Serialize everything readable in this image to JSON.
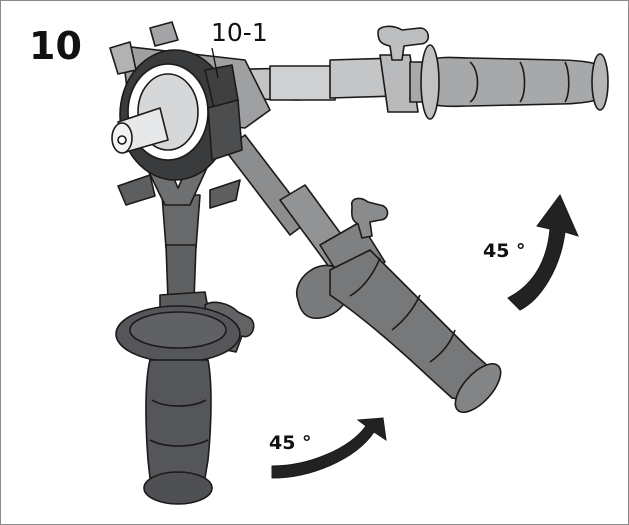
{
  "figure": {
    "number": "10",
    "callout_label": "10-1",
    "rotation_upper_label": "45 °",
    "rotation_lower_label": "45 °"
  },
  "colors": {
    "handle_dark": "#5a5b5d",
    "handle_mid": "#8c8d8f",
    "handle_light": "#c4c5c7",
    "outline": "#1a1a1a",
    "arrow": "#222222",
    "frame": "#8a8a8a"
  },
  "icons": [
    "side-handle-horizontal",
    "side-handle-diagonal",
    "side-handle-vertical",
    "rotation-arrow-upper",
    "rotation-arrow-lower",
    "handle-clamp-ring",
    "drill-chuck"
  ]
}
